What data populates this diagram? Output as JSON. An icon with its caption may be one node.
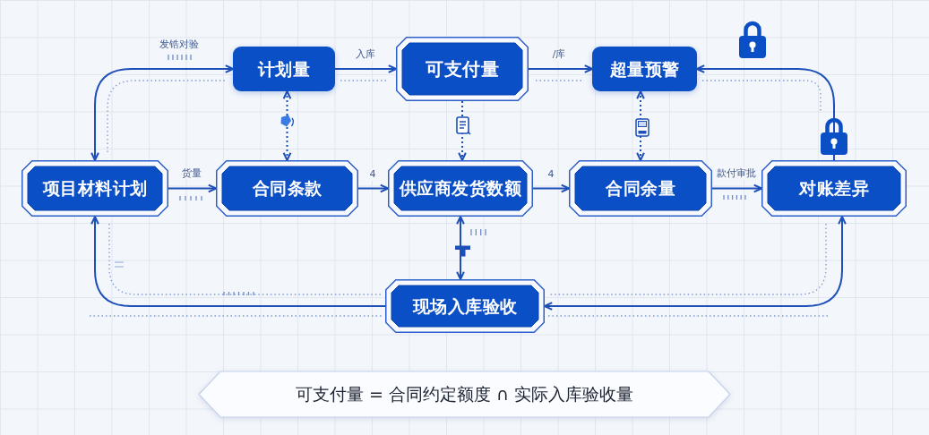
{
  "diagram": {
    "nodes": [
      {
        "text": [
          "计划量"
        ]
      },
      {
        "text": [
          "可支付量"
        ]
      },
      {
        "text": [
          "超量预警"
        ]
      },
      {
        "text": [
          "项目材料计划"
        ]
      },
      {
        "text": [
          "合同条款"
        ]
      },
      {
        "text": [
          "供应商发货数额"
        ]
      },
      {
        "text": [
          "合同余量"
        ]
      },
      {
        "text": [
          "对账差异"
        ]
      },
      {
        "text": [
          "现场入库验收"
        ]
      },
      {
        "text": [
          "可支付量 = 合同约定额度 ∩ 实际入库验收量"
        ]
      }
    ],
    "edges": [
      {
        "from": 3,
        "to": 0,
        "arrow": "both",
        "label": "发锆对验"
      },
      {
        "from": 0,
        "to": 1,
        "arrow": "to",
        "label": "入库"
      },
      {
        "from": 1,
        "to": 2,
        "arrow": "to",
        "label": "/库"
      },
      {
        "from": 7,
        "to": 2,
        "arrow": "to"
      },
      {
        "from": 4,
        "to": 0,
        "arrow": "both",
        "style": "dashed"
      },
      {
        "from": 1,
        "to": 5,
        "arrow": "to",
        "style": "dashed"
      },
      {
        "from": 6,
        "to": 2,
        "arrow": "both",
        "style": "dashed"
      },
      {
        "from": 3,
        "to": 4,
        "arrow": "to",
        "label": "货量"
      },
      {
        "from": 4,
        "to": 5,
        "arrow": "to",
        "label": "4"
      },
      {
        "from": 5,
        "to": 6,
        "arrow": "to",
        "label": "4"
      },
      {
        "from": 6,
        "to": 7,
        "arrow": "to",
        "label": "款付审批"
      },
      {
        "from": 5,
        "to": 8,
        "arrow": "both"
      },
      {
        "from": 8,
        "to": 3,
        "arrow": "to"
      },
      {
        "from": 7,
        "to": 8,
        "arrow": "both"
      }
    ]
  }
}
